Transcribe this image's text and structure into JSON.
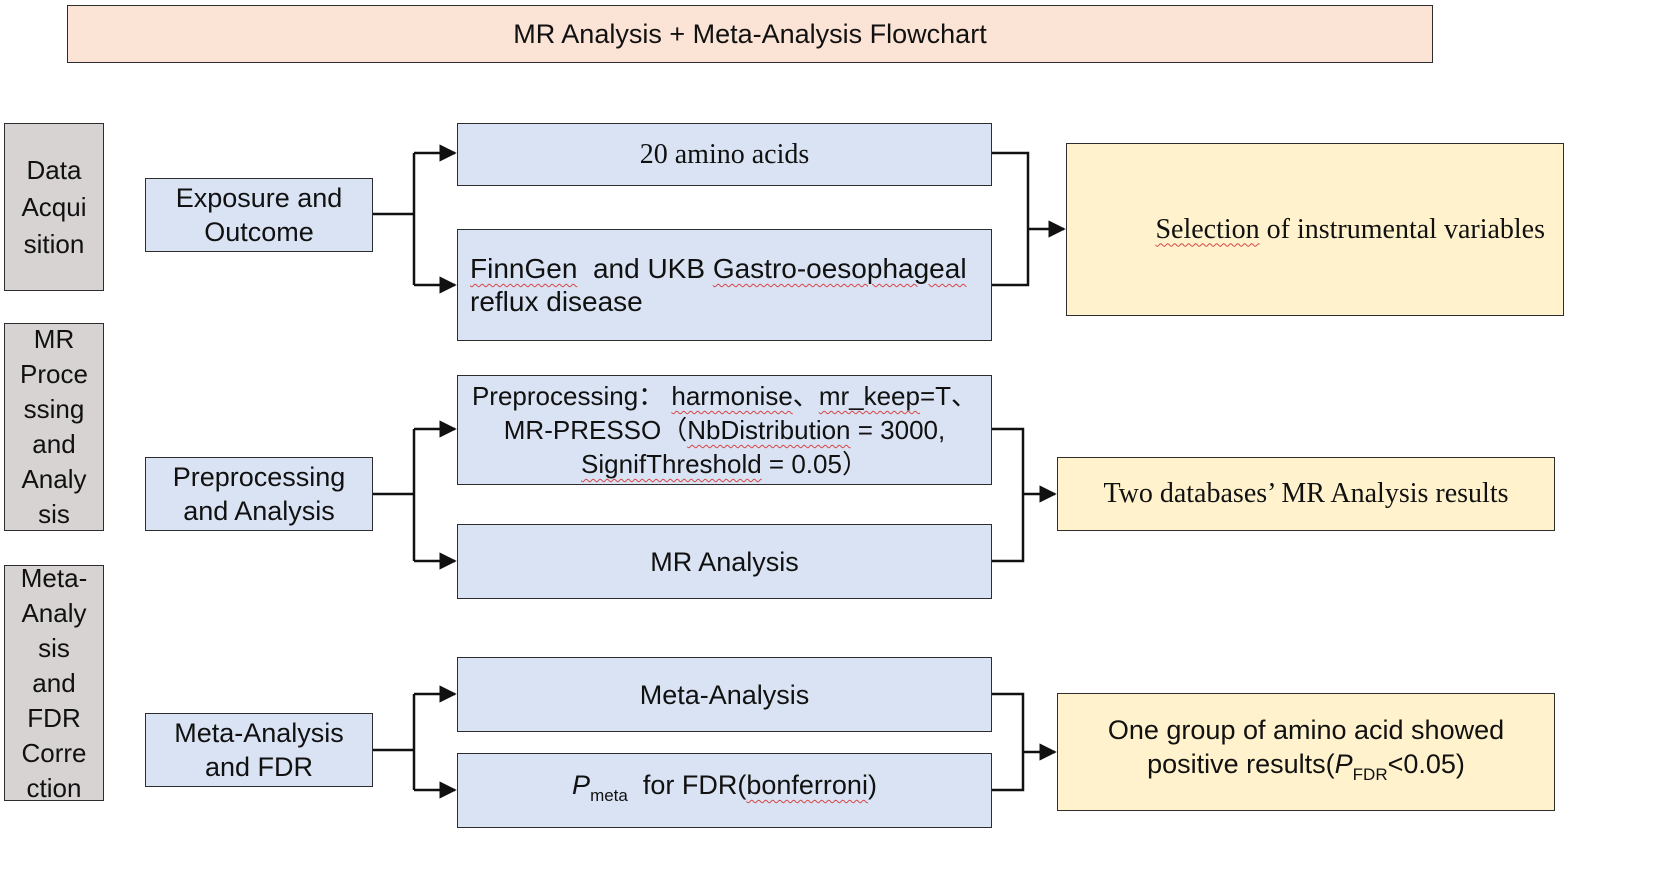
{
  "title": "MR Analysis + Meta-Analysis Flowchart",
  "stages": {
    "data_acquisition": [
      "Data",
      "Acqui",
      "sition"
    ],
    "mr_processing": [
      "MR",
      "Proce",
      "ssing",
      "and",
      "Analy",
      "sis"
    ],
    "meta_analysis": [
      "Meta-",
      "Analy",
      "sis",
      "and",
      "FDR",
      "Corre",
      "ction"
    ]
  },
  "inputs": {
    "exposure": [
      "Exposure and",
      "Outcome"
    ],
    "preprocessing": [
      "Preprocessing",
      "and Analysis"
    ],
    "meta": [
      "Meta-Analysis",
      "and FDR"
    ]
  },
  "steps": {
    "amino_acids": "20 amino acids",
    "finngen": {
      "finngen_word": "FinnGen",
      "rest_line1": "  and UKB ",
      "gastro": "Gastro-oesophageal",
      "line2": "reflux disease"
    },
    "preprocessing": {
      "line1_prefix": "Preprocessing：",
      "harmonise": "harmonise",
      "sep1": "、",
      "mr_keep": "mr_keep",
      "line1_suffix": "=T、",
      "line2_prefix": "MR-PRESSO（",
      "nb": "NbDistribution",
      "line2_suffix": " = 3000,",
      "signif": "SignifThreshold",
      "line3_suffix": " = 0.05）"
    },
    "mr_analysis": "MR Analysis",
    "meta_analysis": "Meta-Analysis",
    "pmeta": {
      "p": "P",
      "sub": "meta",
      "text": "  for FDR(",
      "bonf": "bonferroni",
      "close": ")"
    }
  },
  "results": {
    "selection": {
      "underlined": "Selection",
      "rest": " of instrumental variables"
    },
    "two_databases": "Two databases’ MR Analysis results",
    "positive": {
      "line1": "One group of amino acid showed",
      "line2_prefix": "positive results(",
      "p": "P",
      "sub": "FDR",
      "suffix": "<0.05)"
    }
  }
}
